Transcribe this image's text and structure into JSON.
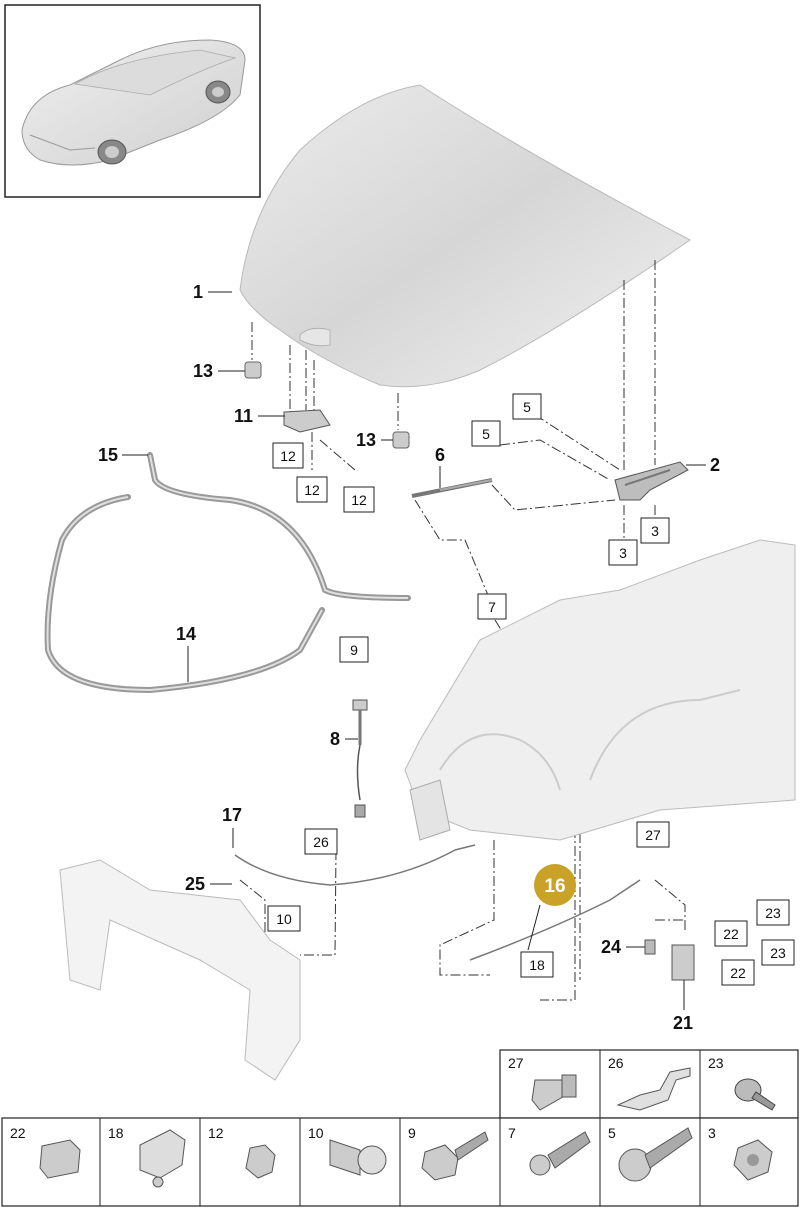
{
  "parts_bold": [
    "1",
    "2",
    "6",
    "8",
    "11",
    "13",
    "13",
    "14",
    "15",
    "16",
    "17",
    "21",
    "24",
    "25"
  ],
  "parts_boxed": [
    "3",
    "3",
    "5",
    "5",
    "7",
    "9",
    "10",
    "12",
    "12",
    "12",
    "18",
    "22",
    "22",
    "23",
    "23",
    "26",
    "27"
  ],
  "legend_row1": [
    "27",
    "26",
    "23"
  ],
  "legend_row2": [
    "22",
    "18",
    "12",
    "10",
    "9",
    "7",
    "5",
    "3"
  ],
  "highlight_color": "#c9a227"
}
